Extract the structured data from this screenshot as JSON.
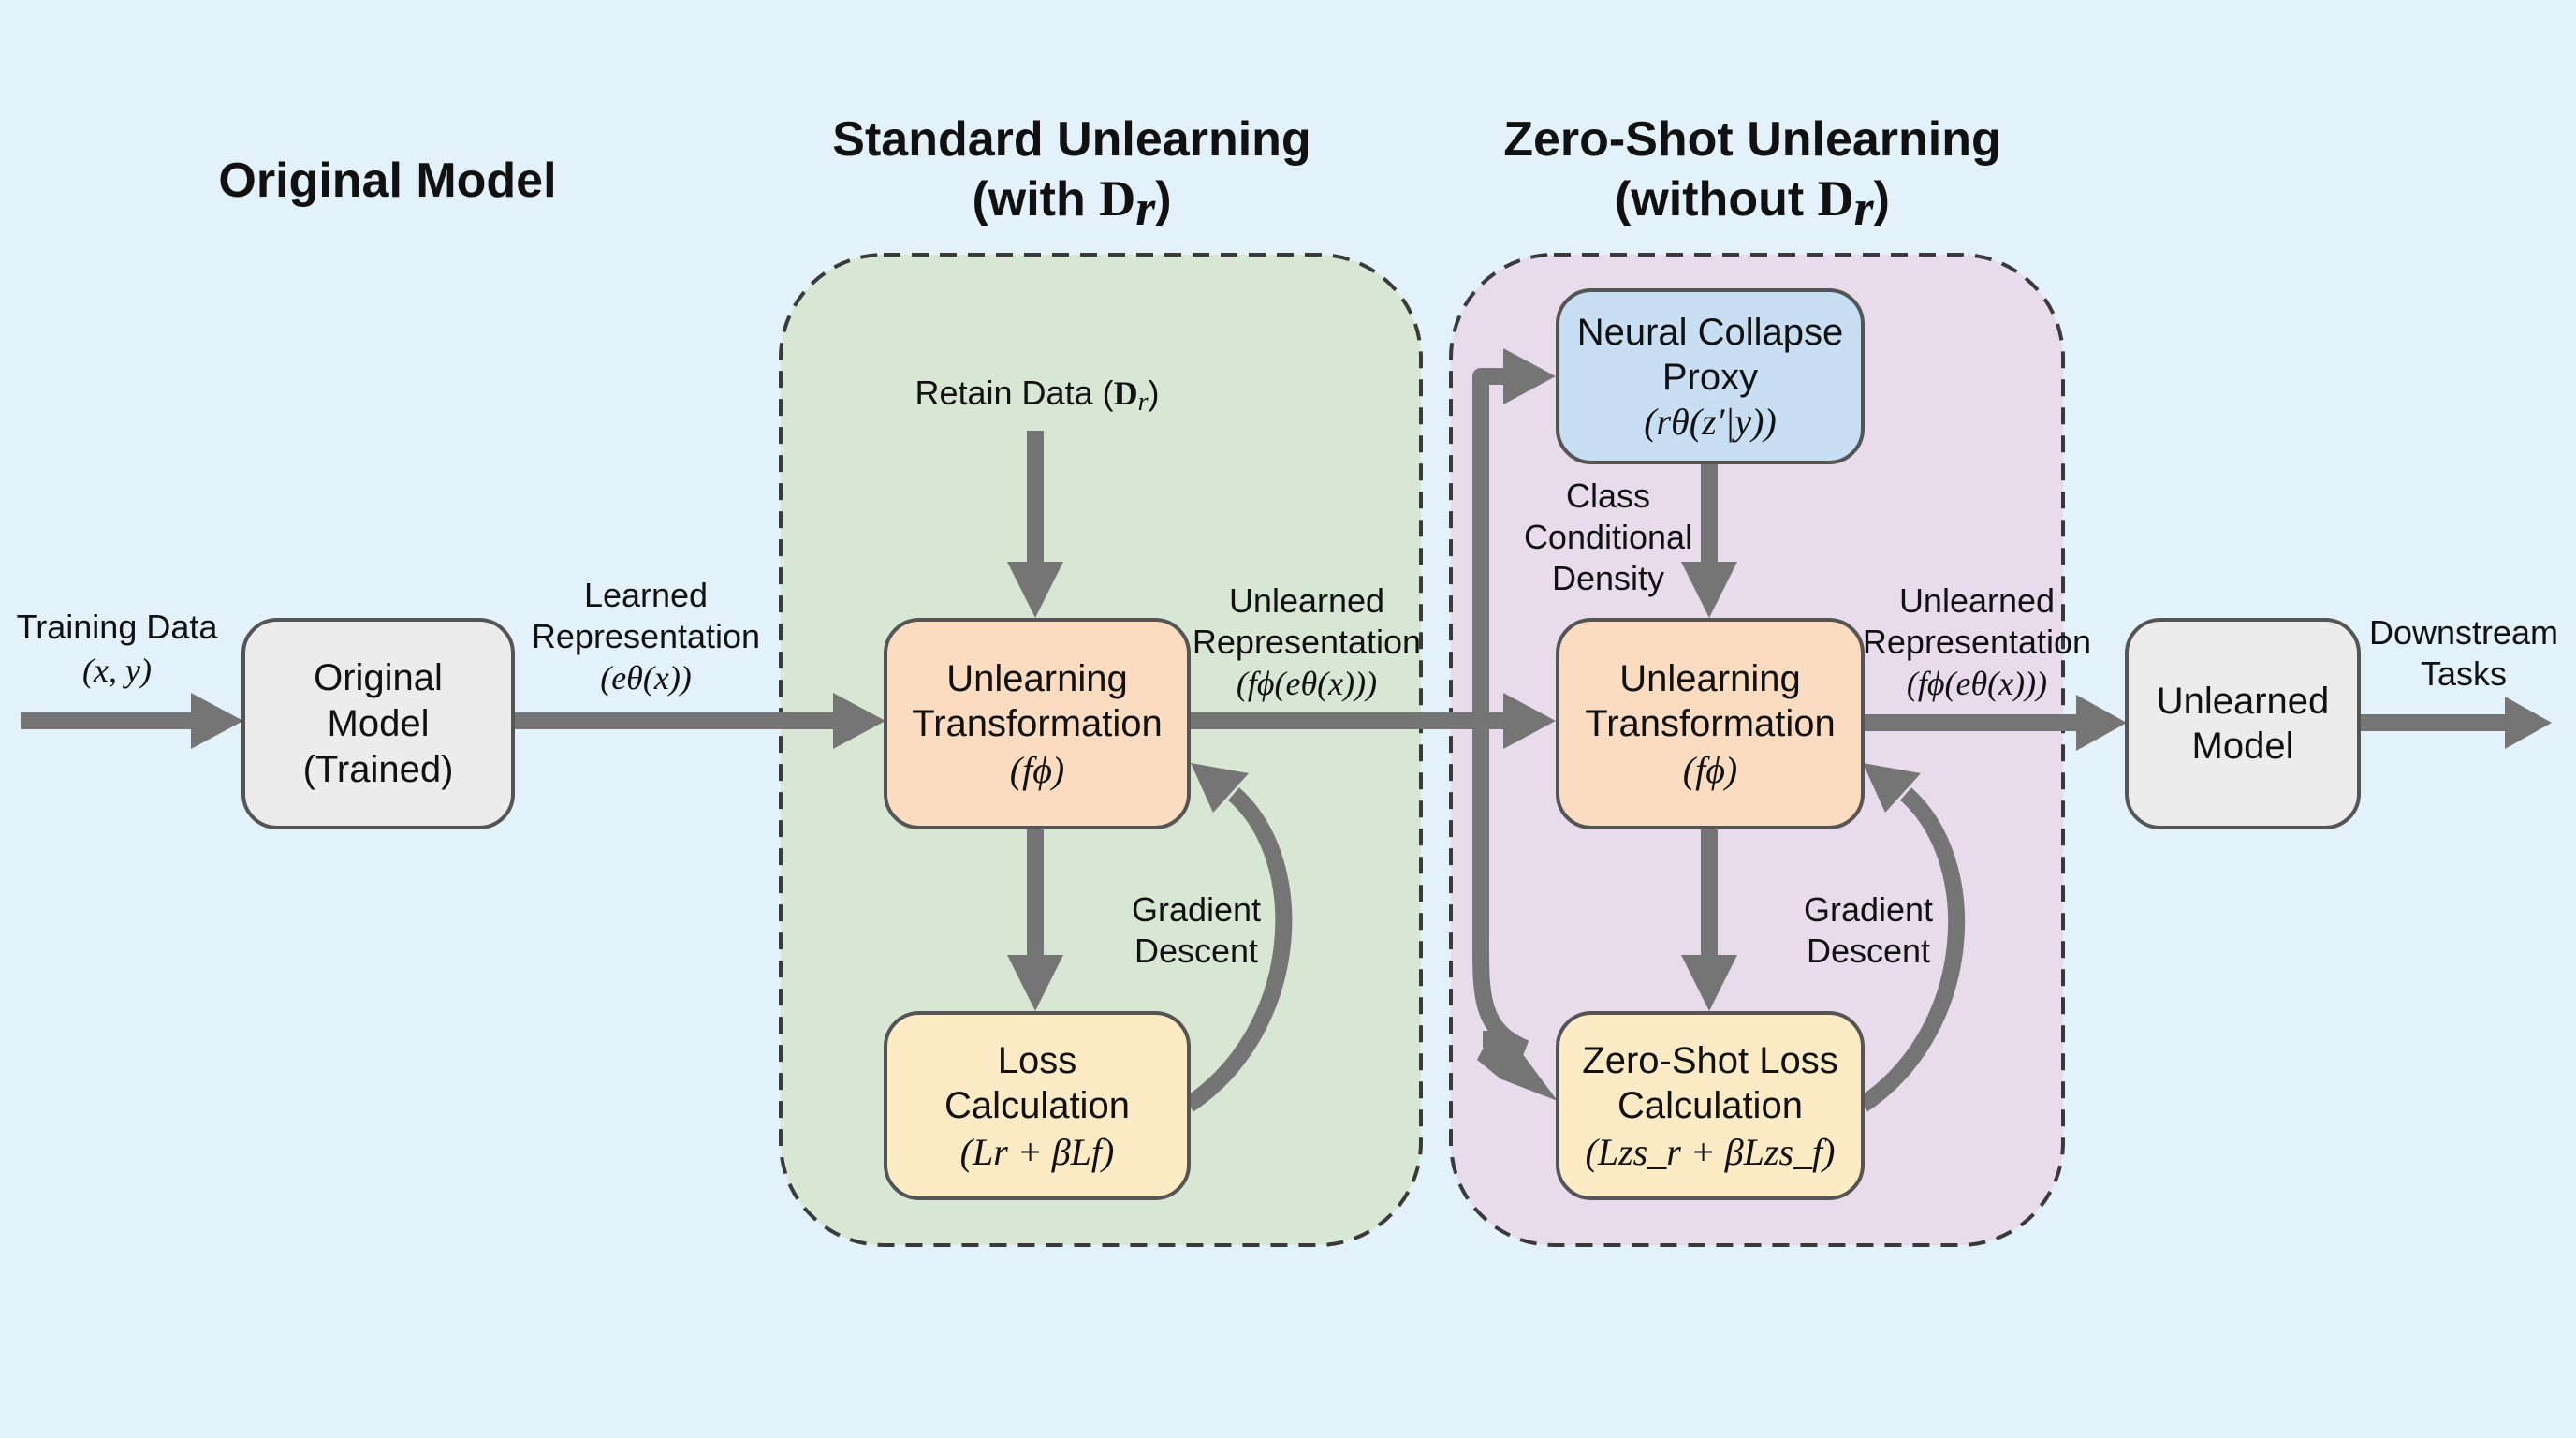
{
  "colors": {
    "background": "#e2f1fa",
    "standard_region": "#d8e6d4",
    "zeroshot_region": "#e8dcec",
    "gray_box": "#ececec",
    "orange_box": "#fbdcc0",
    "yellow_box": "#fcebc4",
    "blue_box": "#c7def3",
    "arrow": "#757575",
    "text": "#111111"
  },
  "sections": {
    "original": {
      "title": "Original Model"
    },
    "standard": {
      "title_line1": "Standard Unlearning",
      "title_line2_prefix": "(with ",
      "title_math": "D",
      "title_sub": "r",
      "title_suffix": ")"
    },
    "zeroshot": {
      "title_line1": "Zero-Shot Unlearning",
      "title_line2_prefix": "(without ",
      "title_math": "D",
      "title_sub": "r",
      "title_suffix": ")"
    }
  },
  "labels": {
    "training_data": {
      "line1": "Training Data",
      "math": "(x, y)"
    },
    "learned_rep": {
      "line1": "Learned",
      "line2": "Representation",
      "math": "(eθ(x))"
    },
    "retain_data": {
      "text": "Retain Data (",
      "math": "D",
      "sub": "r",
      "suffix": ")"
    },
    "unlearned_rep_std": {
      "line1": "Unlearned",
      "line2": "Representation",
      "math": "(fϕ(eθ(x)))"
    },
    "unlearned_rep_zs": {
      "line1": "Unlearned",
      "line2": "Representation",
      "math": "(fϕ(eθ(x)))"
    },
    "gradient_std": {
      "line1": "Gradient",
      "line2": "Descent"
    },
    "gradient_zs": {
      "line1": "Gradient",
      "line2": "Descent"
    },
    "class_cond": {
      "line1": "Class",
      "line2": "Conditional",
      "line3": "Density"
    },
    "downstream": {
      "line1": "Downstream",
      "line2": "Tasks"
    }
  },
  "boxes": {
    "original_model": {
      "line1": "Original",
      "line2": "Model",
      "line3": "(Trained)"
    },
    "unlearn_std": {
      "line1": "Unlearning",
      "line2": "Transformation",
      "math": "(fϕ)"
    },
    "loss_std": {
      "line1": "Loss",
      "line2": "Calculation",
      "math": "(Lr + βLf)"
    },
    "nc_proxy": {
      "line1": "Neural Collapse",
      "line2": "Proxy",
      "math": "(rθ(z′|y))"
    },
    "unlearn_zs": {
      "line1": "Unlearning",
      "line2": "Transformation",
      "math": "(fϕ)"
    },
    "loss_zs": {
      "line1": "Zero-Shot Loss",
      "line2": "Calculation",
      "math": "(Lzs_r + βLzs_f)"
    },
    "unlearned_model": {
      "line1": "Unlearned",
      "line2": "Model"
    }
  }
}
